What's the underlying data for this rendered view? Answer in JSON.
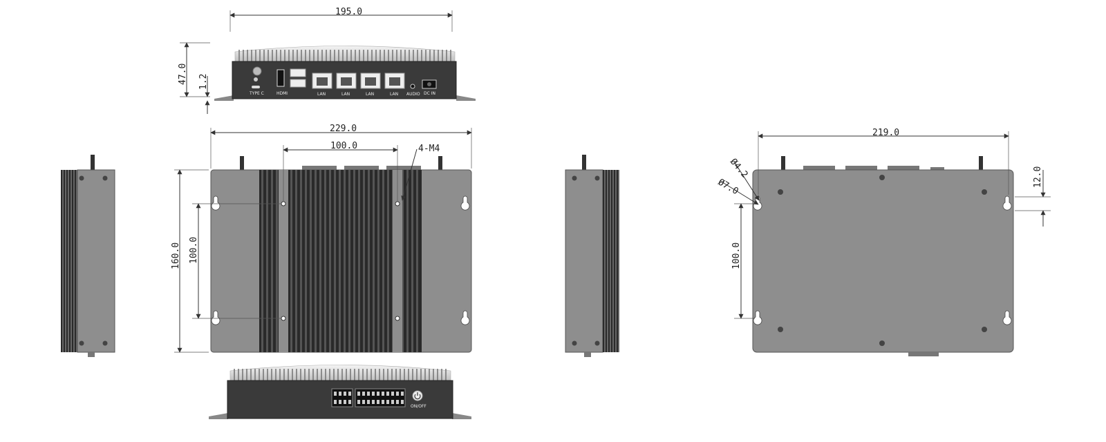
{
  "dimensions": {
    "top_width": "195.0",
    "top_height": "47.0",
    "top_foot": "1.2",
    "front_width": "229.0",
    "front_hole_spacing_x": "100.0",
    "front_screw_note": "4-M4",
    "front_height": "160.0",
    "front_hole_spacing_y": "100.0",
    "bottom_width": "219.0",
    "bottom_hole_small": "Ø4.2",
    "bottom_hole_large": "Ø7.0",
    "bottom_edge_offset": "12.0",
    "bottom_hole_spacing_y": "100.0"
  },
  "ports_rear": {
    "type_c": "TYPE C",
    "hdmi": "HDMI",
    "lan": [
      "LAN",
      "LAN",
      "LAN",
      "LAN"
    ],
    "audio": "AUDIO",
    "dc_in": "DC IN"
  },
  "ports_front": {
    "power": "ON/OFF"
  },
  "colors": {
    "body": "#8e8e8e",
    "panel_dark": "#3a3a3a",
    "fin_dark": "#222222",
    "line": "#333333"
  }
}
